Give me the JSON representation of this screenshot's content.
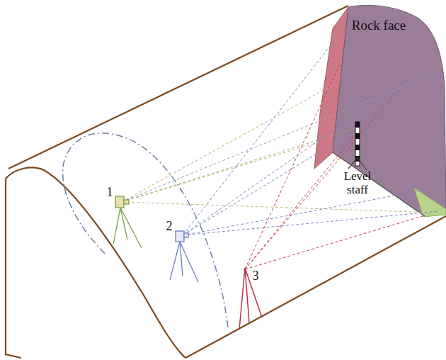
{
  "diagram": {
    "labels": [
      "Rock face",
      "Level staff",
      "1",
      "2",
      "3"
    ]
  }
}
